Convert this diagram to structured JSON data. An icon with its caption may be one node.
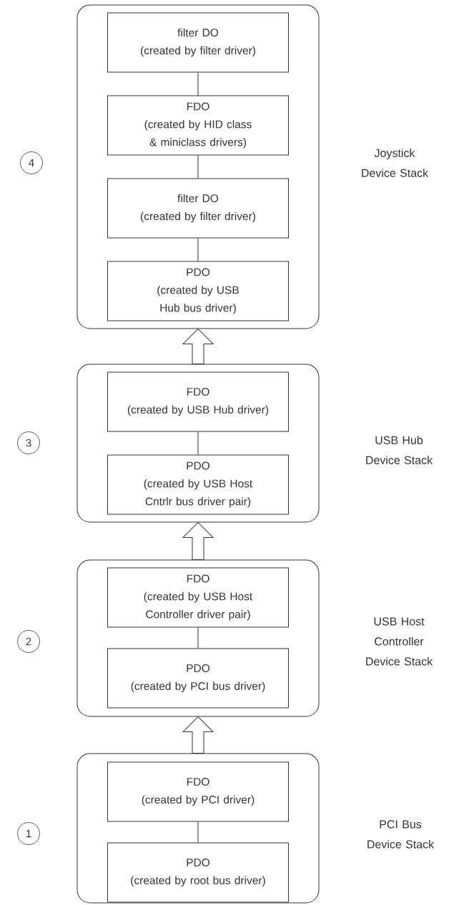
{
  "diagram": {
    "nodes": [
      {
        "text": [
          "4"
        ]
      },
      {
        "text": [
          "Joystick Device Stack"
        ]
      },
      {
        "text": [
          "filter DO",
          "(created by filter driver)"
        ],
        "in": 1
      },
      {
        "text": [
          "FDO",
          "(created by HID class & miniclass drivers)"
        ],
        "in": 1
      },
      {
        "text": [
          "filter DO",
          "(created by filter driver)"
        ],
        "in": 1
      },
      {
        "text": [
          "PDO",
          "(created by USB Hub bus driver)"
        ],
        "in": 1
      },
      {
        "text": [
          "3"
        ]
      },
      {
        "text": [
          "USB Hub Device Stack"
        ]
      },
      {
        "text": [
          "FDO",
          "(created by USB Hub driver)"
        ],
        "in": 7
      },
      {
        "text": [
          "PDO",
          "(created by USB Host Cntrlr bus driver pair)"
        ],
        "in": 7
      },
      {
        "text": [
          "2"
        ]
      },
      {
        "text": [
          "USB Host Controller Device Stack"
        ]
      },
      {
        "text": [
          "FDO",
          "(created by USB Host Controller driver pair)"
        ],
        "in": 11
      },
      {
        "text": [
          "PDO",
          "(created by PCI bus driver)"
        ],
        "in": 11
      },
      {
        "text": [
          "1"
        ]
      },
      {
        "text": [
          "PCI Bus Device Stack"
        ]
      },
      {
        "text": [
          "FDO",
          "(created by PCI driver)"
        ],
        "in": 15
      },
      {
        "text": [
          "PDO",
          "(created by root bus driver)"
        ],
        "in": 15
      }
    ],
    "edges": [
      {
        "from": 2,
        "to": 3,
        "arrow": "none"
      },
      {
        "from": 3,
        "to": 4,
        "arrow": "none"
      },
      {
        "from": 4,
        "to": 5,
        "arrow": "none"
      },
      {
        "from": 7,
        "to": 1,
        "arrow": "to"
      },
      {
        "from": 8,
        "to": 9,
        "arrow": "none"
      },
      {
        "from": 11,
        "to": 7,
        "arrow": "to"
      },
      {
        "from": 12,
        "to": 13,
        "arrow": "none"
      },
      {
        "from": 15,
        "to": 11,
        "arrow": "to"
      },
      {
        "from": 16,
        "to": 17,
        "arrow": "none"
      }
    ]
  }
}
